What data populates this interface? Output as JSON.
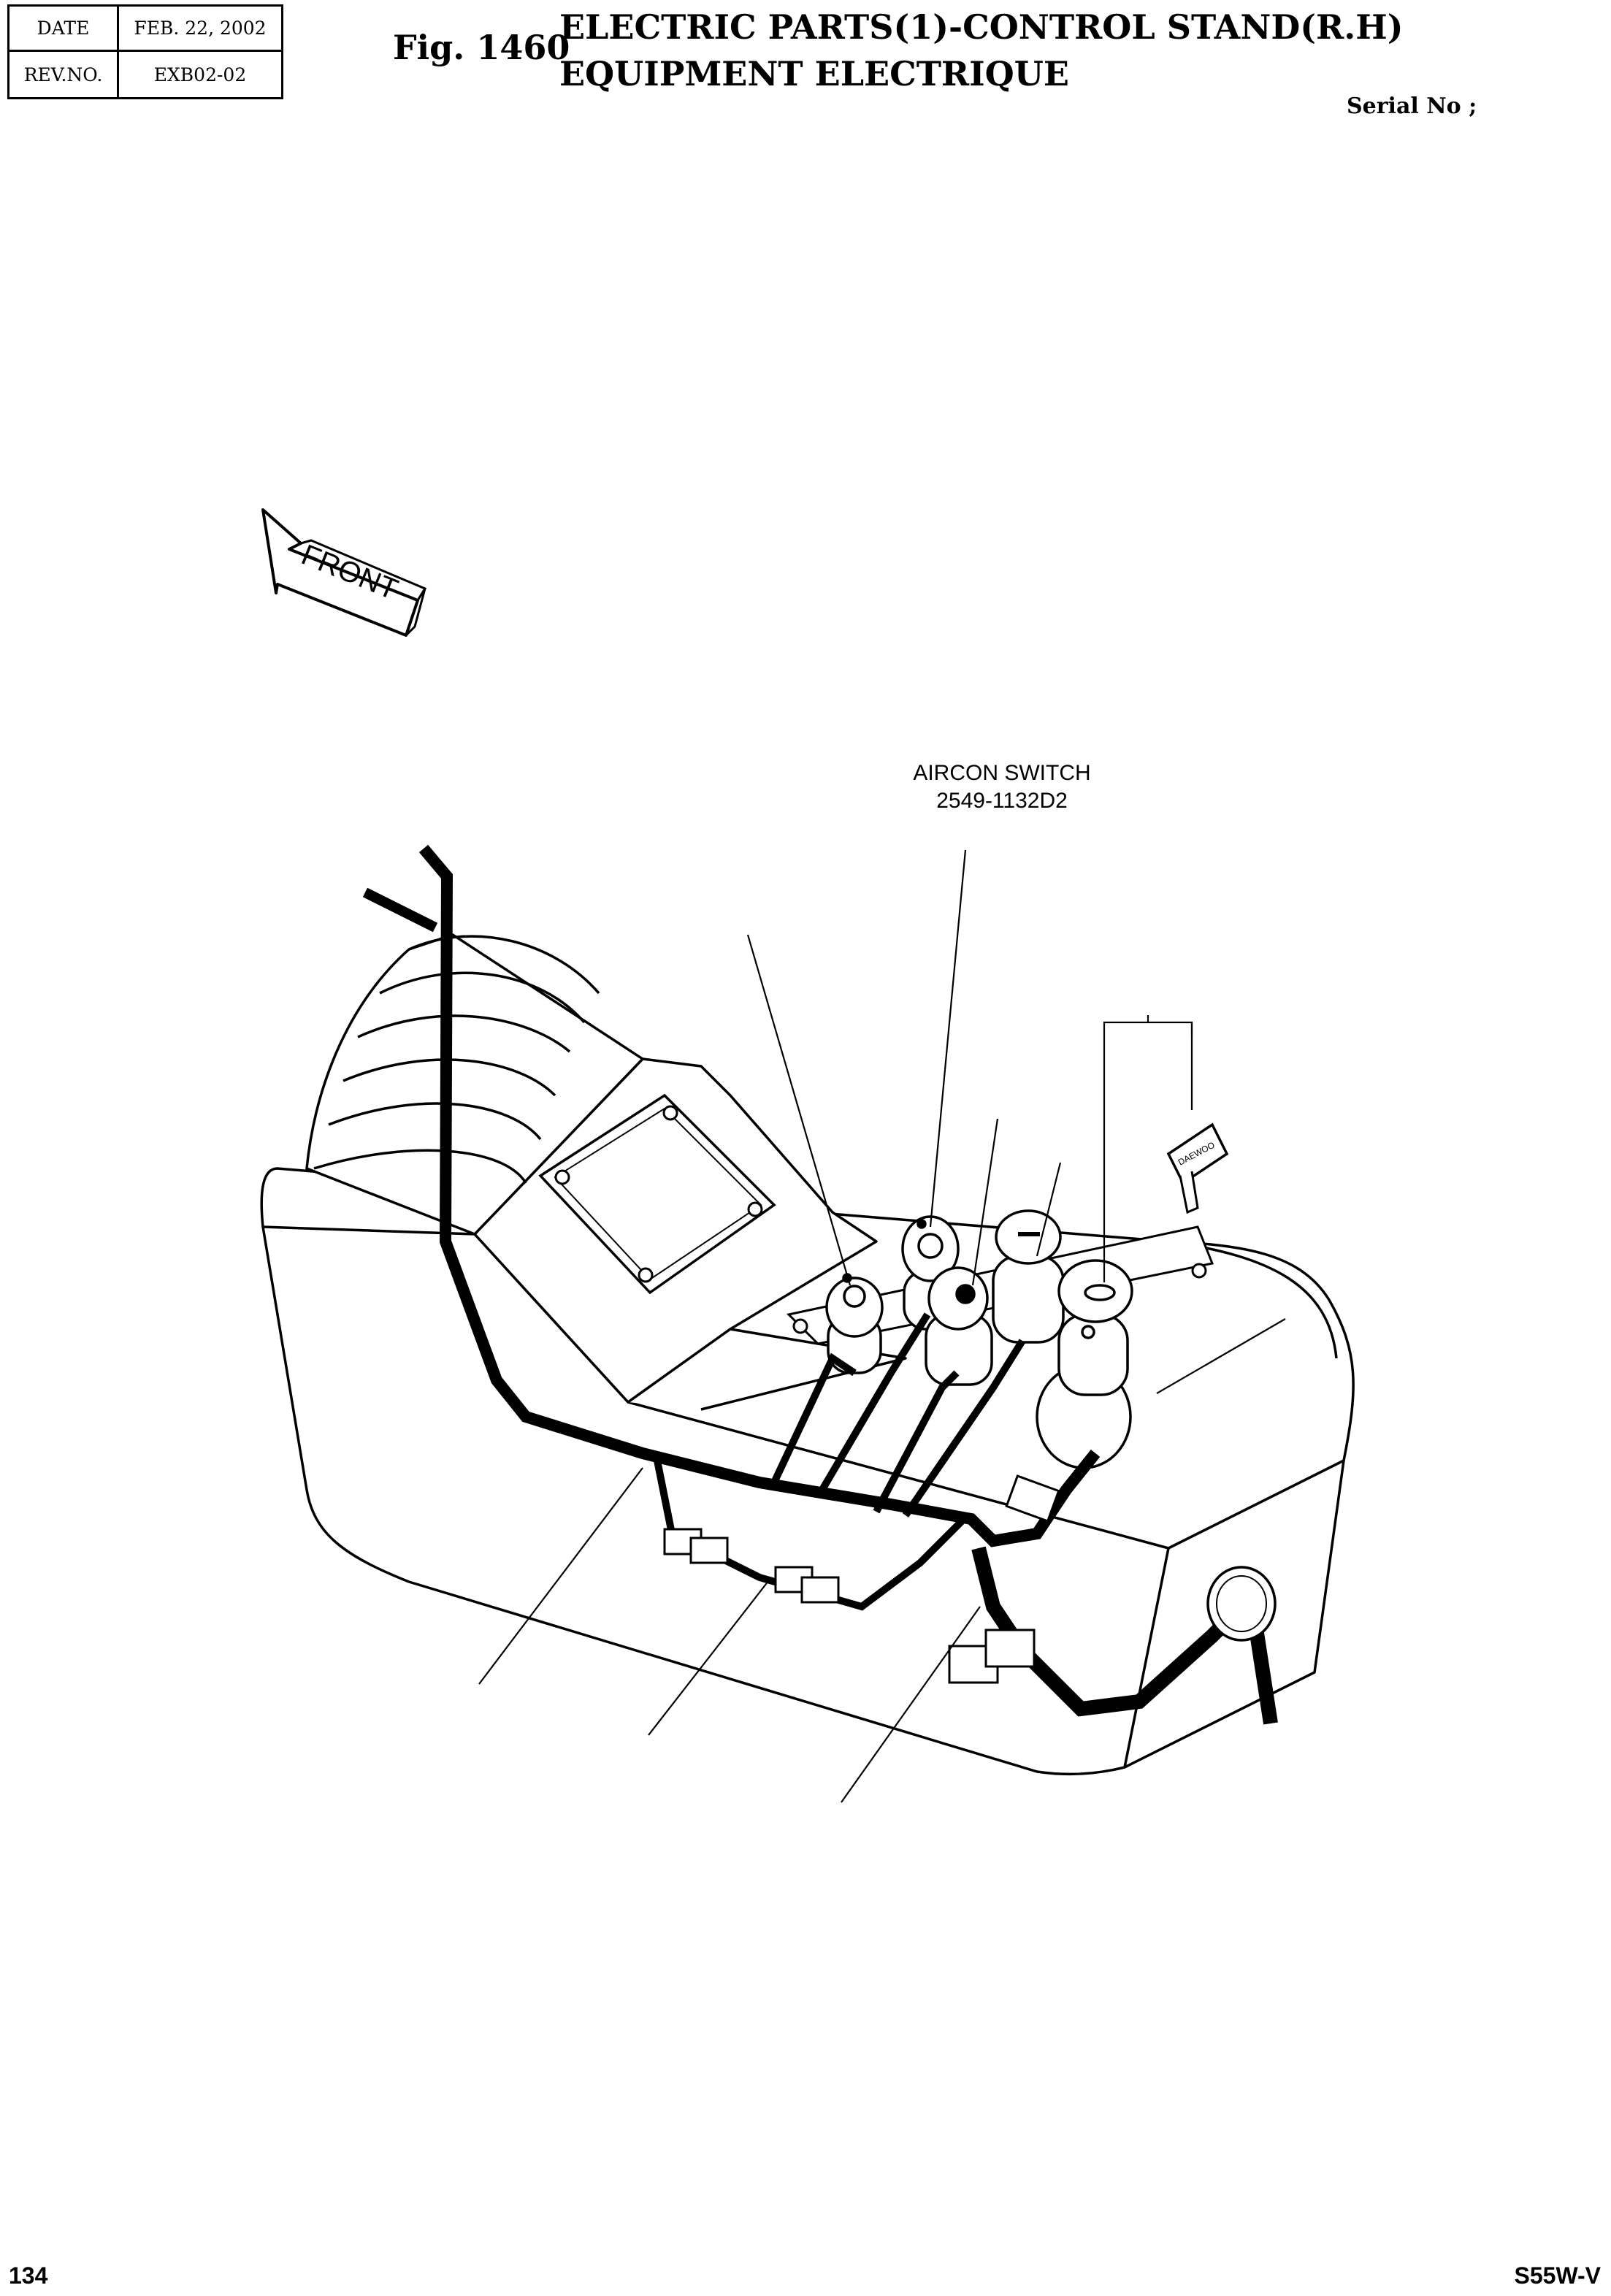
{
  "header": {
    "date_label": "DATE",
    "date_value": "FEB. 22, 2002",
    "rev_label": "REV.NO.",
    "rev_value": "EXB02-02"
  },
  "figure": {
    "number": "Fig. 1460",
    "title_line1": "ELECTRIC PARTS(1)-CONTROL STAND(R.H)",
    "title_line2": "EQUIPMENT ELECTRIQUE",
    "serial_label": "Serial No ;"
  },
  "diagram": {
    "front_arrow_label": "FRONT",
    "key_label": "DAEWOO",
    "callouts": [
      {
        "line1": "AIRCON SWITCH",
        "line2": "2549-1132D2"
      }
    ]
  },
  "footer": {
    "page_number": "134",
    "model": "S55W-V"
  }
}
